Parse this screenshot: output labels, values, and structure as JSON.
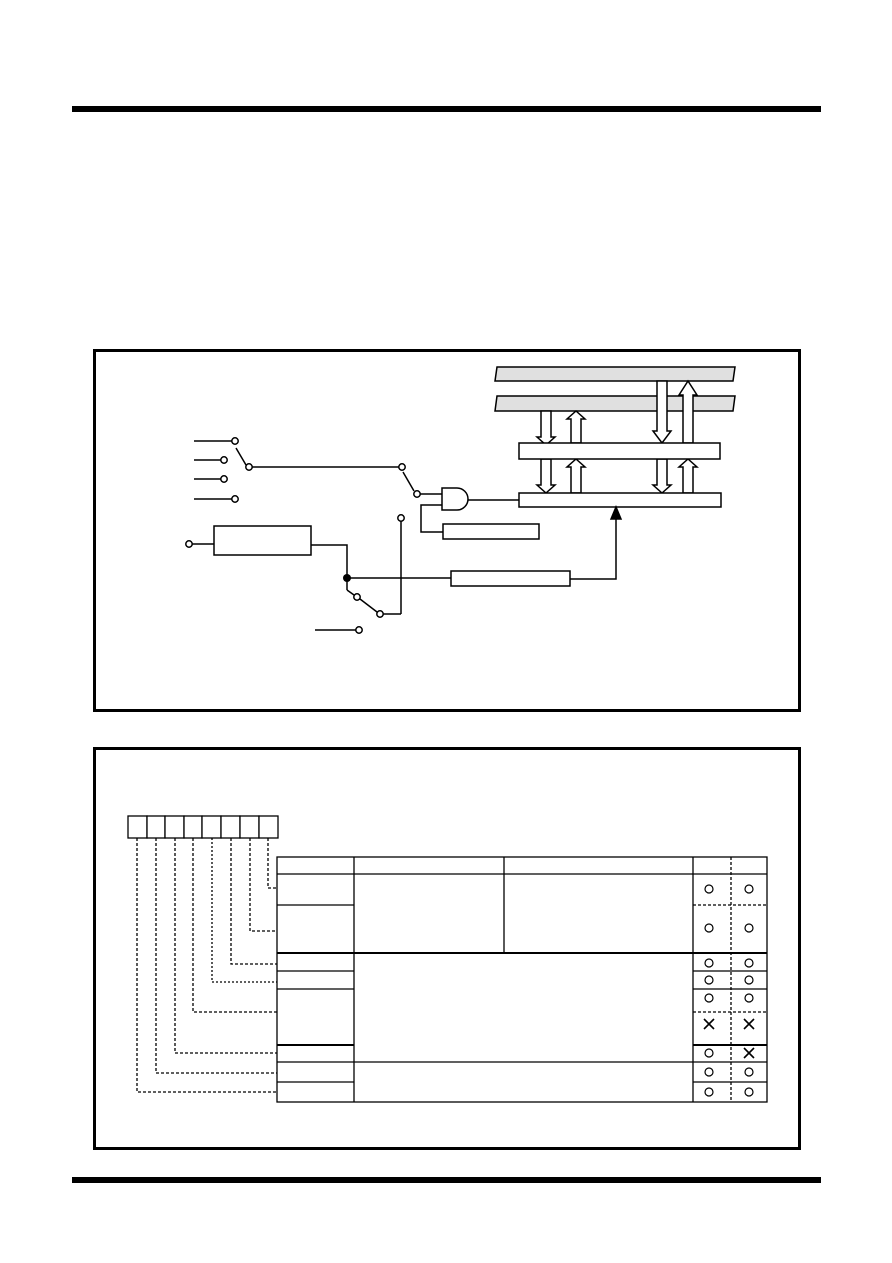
{
  "document": {
    "colors": {
      "ink": "#000000",
      "bus_fill": "#e0e0e0",
      "paper": "#ffffff"
    },
    "block_diagram": {
      "labels": []
    },
    "register_table": {
      "bit_count": 8,
      "row_marks": [
        [
          "circle",
          "circle"
        ],
        [
          "circle",
          "circle"
        ],
        [
          "circle",
          "circle"
        ],
        [
          "circle",
          "circle"
        ],
        [
          "circle",
          "circle"
        ],
        [
          "cross",
          "cross"
        ],
        [
          "circle",
          "cross"
        ],
        [
          "circle",
          "circle"
        ],
        [
          "circle",
          "circle"
        ]
      ],
      "mark_icons": {
        "circle": "circle-icon",
        "cross": "cross-icon"
      }
    }
  }
}
